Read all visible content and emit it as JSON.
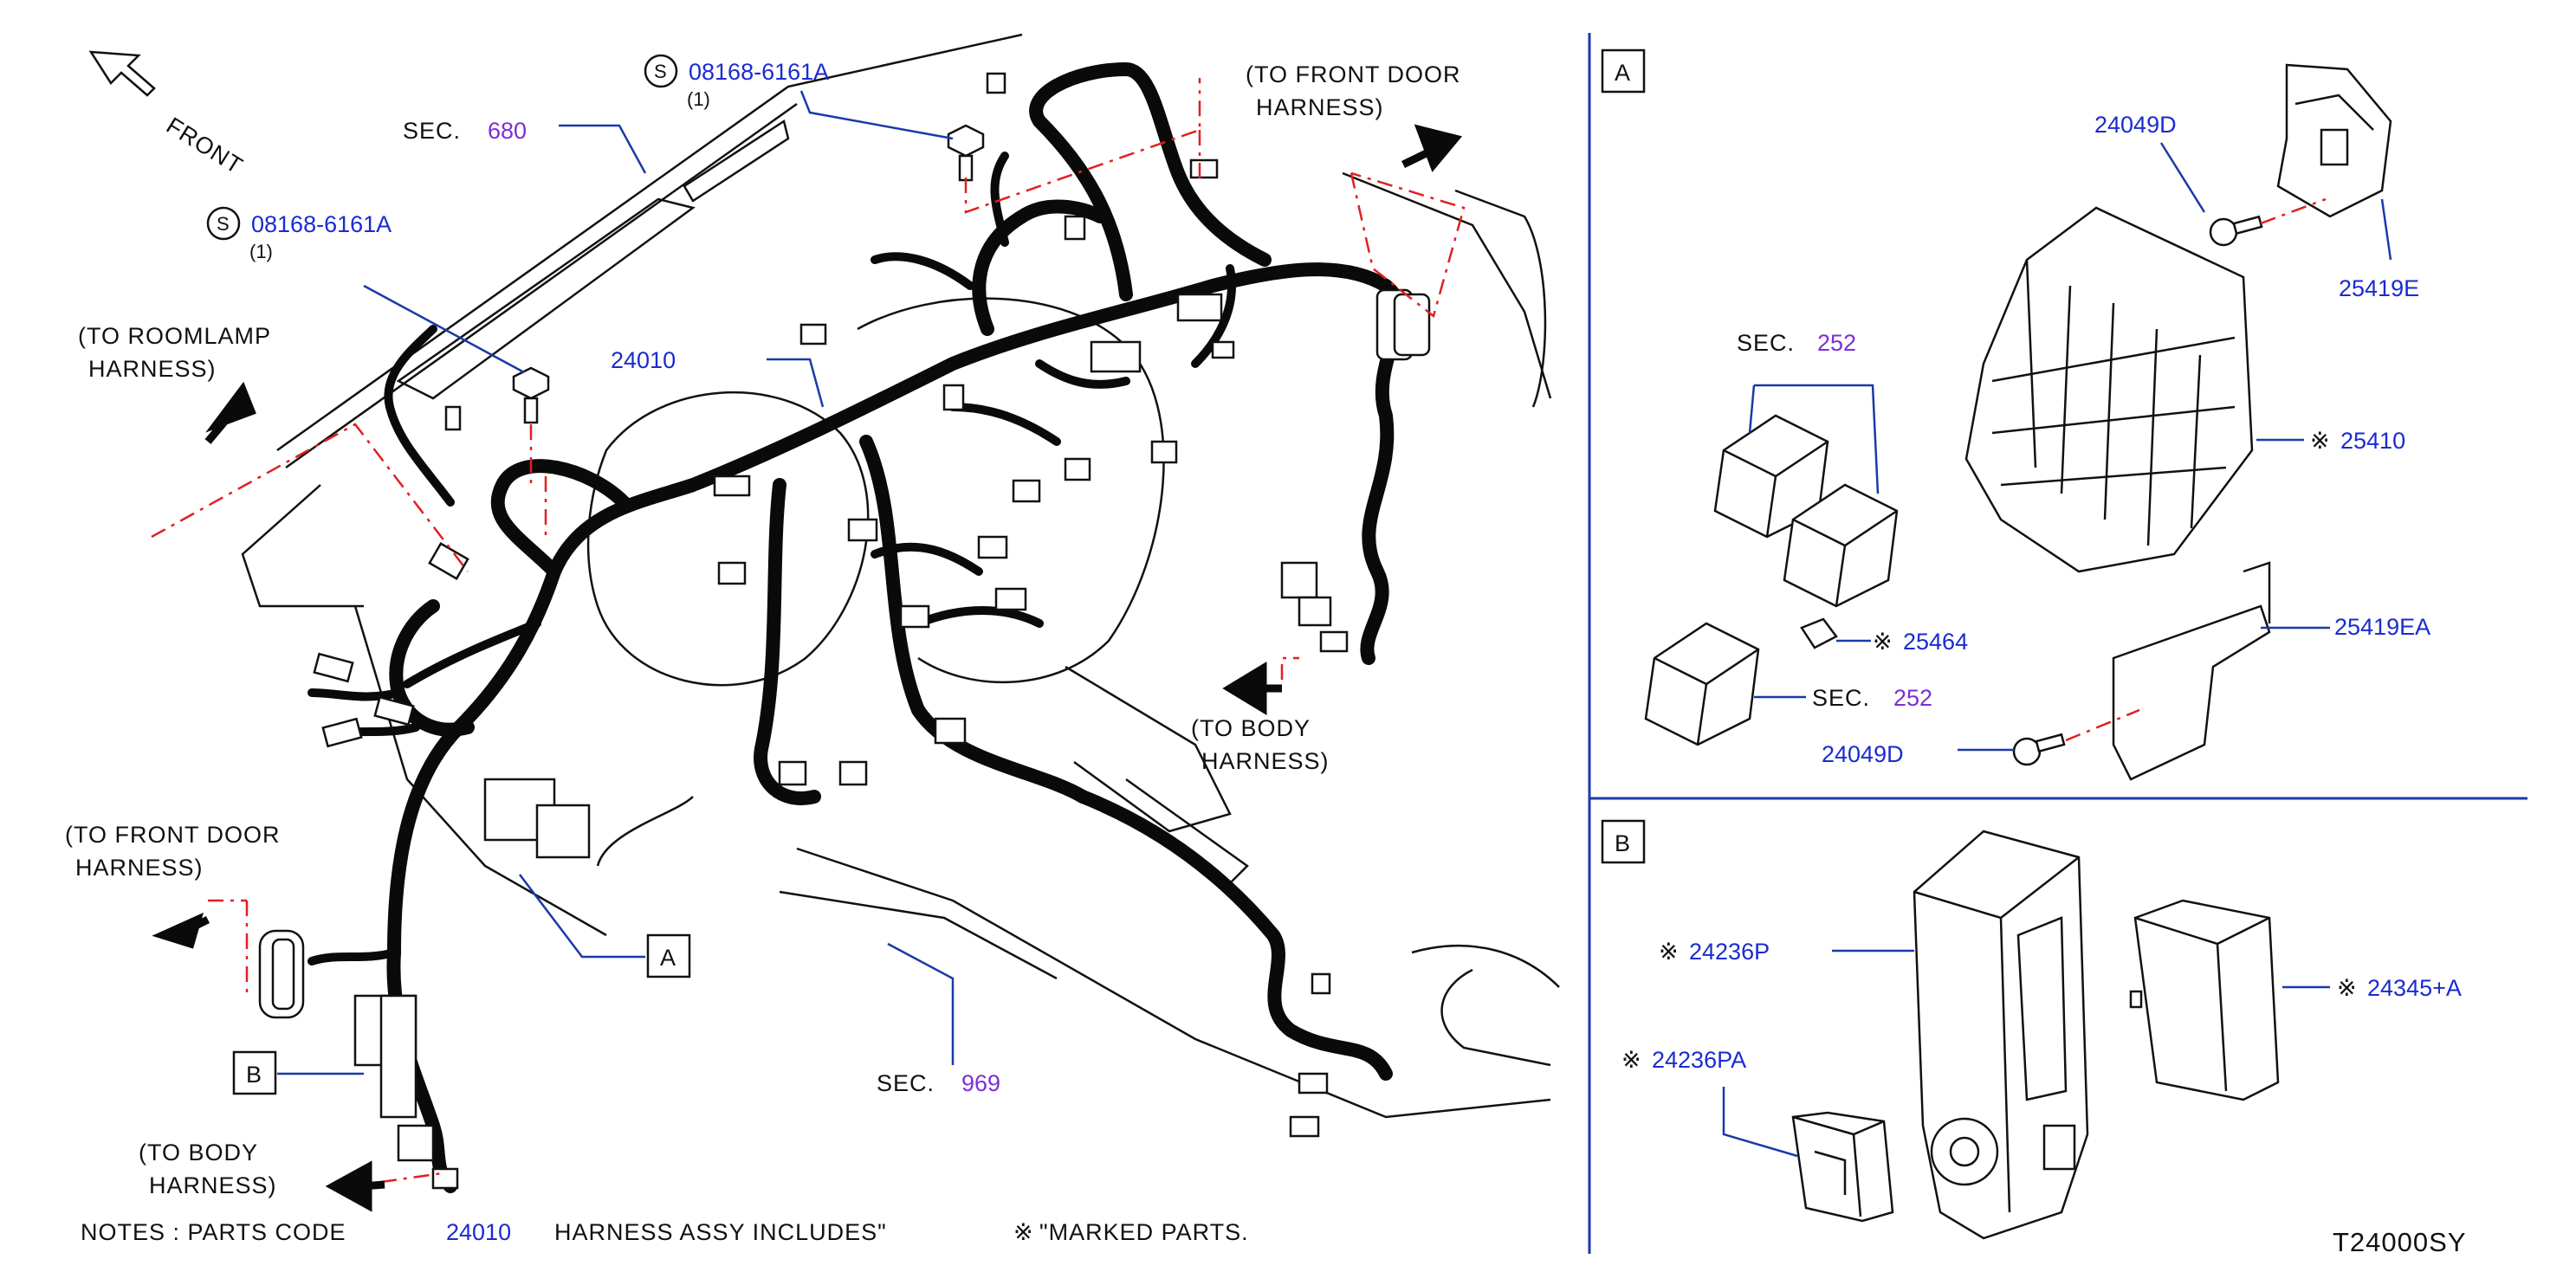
{
  "diagram_code": "T24000SY",
  "front_label": "FRONT",
  "notes": {
    "prefix": "NOTES  :  PARTS  CODE",
    "code": "24010",
    "middle": "HARNESS  ASSY  INCLUDES\"",
    "marked": "\"MARKED  PARTS."
  },
  "mark_symbol": "※",
  "screw_symbol": "S",
  "main": {
    "sec680": {
      "prefix": "SEC.",
      "num": "680"
    },
    "sec969": {
      "prefix": "SEC.",
      "num": "969"
    },
    "bolt1": {
      "num": "08168-6161A",
      "qty": "(1)"
    },
    "bolt2": {
      "num": "08168-6161A",
      "qty": "(1)"
    },
    "harness": "24010",
    "roomlamp": [
      "(TO  ROOMLAMP",
      "HARNESS)"
    ],
    "front_door_top": [
      "(TO  FRONT  DOOR",
      "HARNESS)"
    ],
    "front_door_left": [
      "(TO  FRONT  DOOR",
      "HARNESS)"
    ],
    "body_right": [
      "(TO  BODY",
      "HARNESS)"
    ],
    "body_bottom": [
      "(TO  BODY",
      "HARNESS)"
    ],
    "callout_a": "A",
    "callout_b": "B"
  },
  "detail_a": {
    "title": "A",
    "p24049d_top": "24049D",
    "p25419e": "25419E",
    "sec252_top": {
      "prefix": "SEC.",
      "num": "252"
    },
    "p25410": "25410",
    "p25464": "25464",
    "p25419ea": "25419EA",
    "sec252_bottom": {
      "prefix": "SEC.",
      "num": "252"
    },
    "p24049d_bottom": "24049D"
  },
  "detail_b": {
    "title": "B",
    "p24236p": "24236P",
    "p24345a": "24345+A",
    "p24236pa": "24236PA"
  }
}
